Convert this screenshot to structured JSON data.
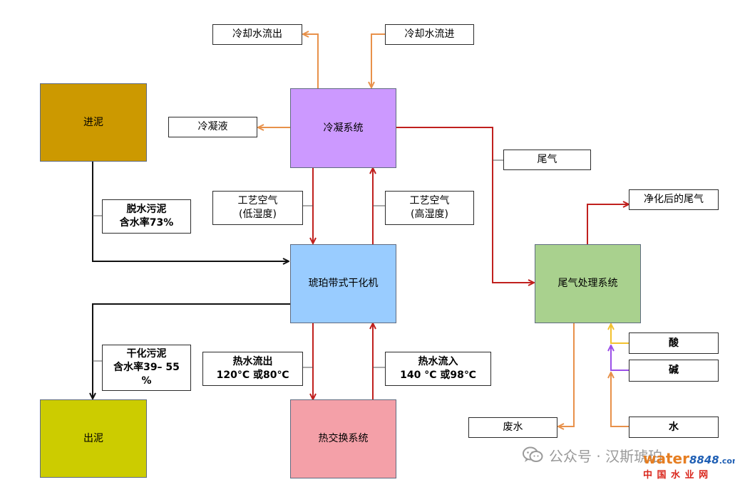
{
  "nodes": {
    "sludge_in": {
      "label": "进泥",
      "color": "#CC9900"
    },
    "condenser": {
      "label": "冷凝系统",
      "color": "#CC99FF"
    },
    "dryer": {
      "label": "琥珀带式干化机",
      "color": "#99CCFF"
    },
    "exhaust_treatment": {
      "label": "尾气处理系统",
      "color": "#A9D18E"
    },
    "heat_exchange": {
      "label": "热交换系统",
      "color": "#F4A0A8"
    },
    "sludge_out": {
      "label": "出泥",
      "color": "#CCCC00"
    }
  },
  "labels": {
    "cooling_water_out": "冷却水流出",
    "cooling_water_in": "冷却水流进",
    "condensate": "冷凝液",
    "exhaust": "尾气",
    "purified_exhaust": "净化后的尾气",
    "process_air_low_1": "工艺空气",
    "process_air_low_2": "(低湿度)",
    "process_air_high_1": "工艺空气",
    "process_air_high_2": "(高湿度)",
    "dewatered_1": "脱水污泥",
    "dewatered_2": "含水率73%",
    "dried_1": "干化污泥",
    "dried_2": "含水率39– 55",
    "dried_3": "%",
    "hot_water_out_1": "热水流出",
    "hot_water_out_2": "120°C 或80℃",
    "hot_water_in_1": "热水流入",
    "hot_water_in_2": "140 °C 或98℃",
    "acid": "酸",
    "alkali": "碱",
    "water": "水",
    "wastewater": "废水"
  },
  "colors": {
    "orange_flow": "#E8914A",
    "red_flow": "#C0201E",
    "black_flow": "#111111",
    "acid_flow": "#F2C12E",
    "alkali_flow": "#9B4FE8"
  },
  "watermark": {
    "wechat": "公众号 · 汉斯琥珀",
    "brand_a": "water",
    "brand_b": "8848",
    "brand_c": ".com",
    "brand_cn": "中 国 水 业 网"
  }
}
